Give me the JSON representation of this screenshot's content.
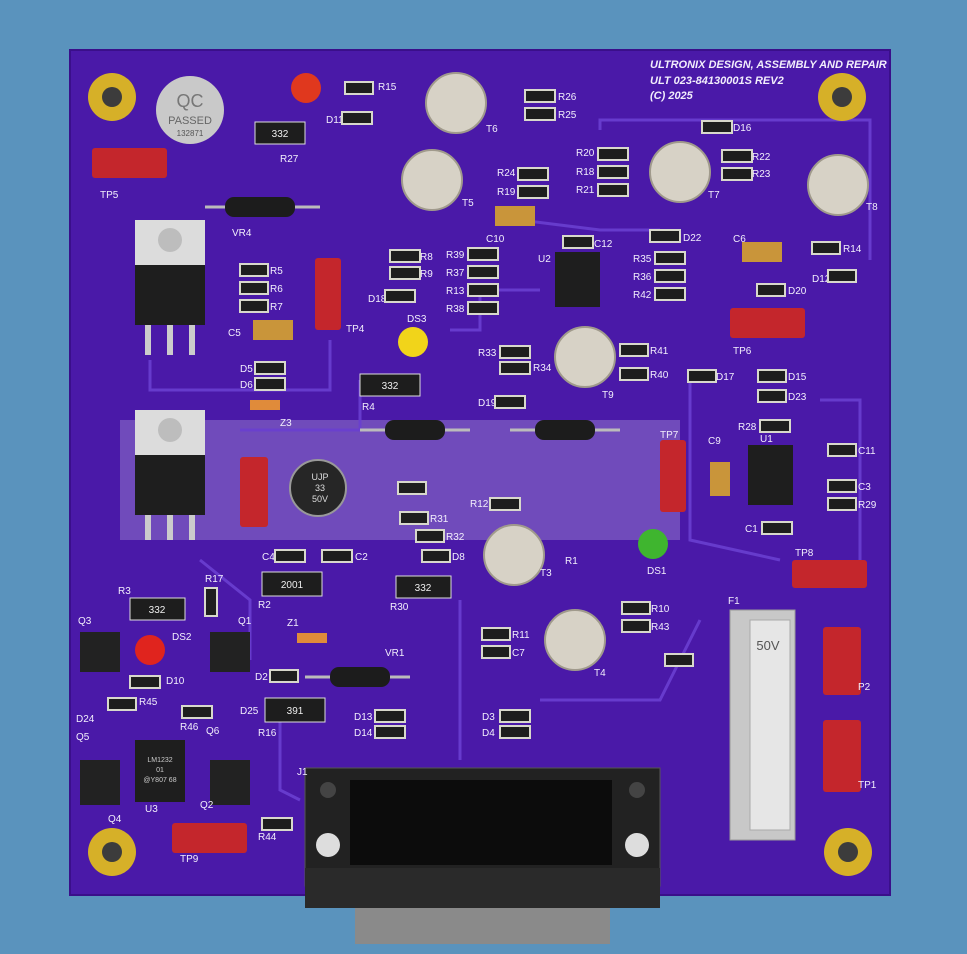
{
  "board": {
    "header_line1": "ULTRONIX DESIGN, ASSEMBLY AND REPAIR",
    "header_line2": "ULT 023-84130001S REV2",
    "header_line3": "(C) 2025"
  },
  "qc_sticker": {
    "top": "QC",
    "middle": "PASSED",
    "number": "132871"
  },
  "colors": {
    "background": "#5a93bd",
    "board": "#4a19a8",
    "silkscreen": "#f2eefc",
    "copper_pad": "#d8d8cc",
    "test_point": "#c4262c"
  },
  "labels": {
    "TP5": "TP5",
    "TP4": "TP4",
    "TP6": "TP6",
    "TP7": "TP7",
    "TP8": "TP8",
    "TP9": "TP9",
    "TP1": "TP1",
    "TP2": "P2",
    "T5": "T5",
    "T6": "T6",
    "T7": "T7",
    "T8": "T8",
    "T9": "T9",
    "T3": "T3",
    "T4": "T4",
    "U1": "U1",
    "U2": "U2",
    "U3": "U3",
    "Q1": "Q1",
    "Q2": "Q2",
    "Q3": "Q3",
    "Q4": "Q4",
    "Q5": "Q5",
    "Q6": "Q6",
    "DS1": "DS1",
    "DS2": "DS2",
    "DS3": "DS3",
    "VR1": "VR1",
    "VR4": "VR4",
    "F1": "F1",
    "J1": "J1",
    "Z1": "Z1",
    "Z3": "Z3",
    "R1": "R1",
    "R2": "R2",
    "R3": "R3",
    "R4": "R4",
    "R5": "R5",
    "R6": "R6",
    "R7": "R7",
    "R8": "R8",
    "R9": "R9",
    "R10": "R10",
    "R11": "R11",
    "R12": "R12",
    "R13": "R13",
    "R14": "R14",
    "R15": "R15",
    "R16": "R16",
    "R17": "R17",
    "R18": "R18",
    "R19": "R19",
    "R20": "R20",
    "R21": "R21",
    "R22": "R22",
    "R23": "R23",
    "R24": "R24",
    "R25": "R25",
    "R26": "R26",
    "R27": "R27",
    "R28": "R28",
    "R29": "R29",
    "R30": "R30",
    "R31": "R31",
    "R32": "R32",
    "R33": "R33",
    "R34": "R34",
    "R35": "R35",
    "R36": "R36",
    "R37": "R37",
    "R38": "R38",
    "R39": "R39",
    "R40": "R40",
    "R41": "R41",
    "R42": "R42",
    "R43": "R43",
    "R44": "R44",
    "R45": "R45",
    "R46": "R46",
    "C1": "C1",
    "C2": "C2",
    "C3": "C3",
    "C4": "C4",
    "C5": "C5",
    "C6": "C6",
    "C7": "C7",
    "C9": "C9",
    "C10": "C10",
    "C11": "C11",
    "C12": "C12",
    "D2": "D2",
    "D3": "D3",
    "D4": "D4",
    "D5": "D5",
    "D6": "D6",
    "D8": "D8",
    "D10": "D10",
    "D11": "D11",
    "D12": "D12",
    "D13": "D13",
    "D14": "D14",
    "D15": "D15",
    "D16": "D16",
    "D17": "D17",
    "D18": "D18",
    "D19": "D19",
    "D20": "D20",
    "D22": "D22",
    "D23": "D23",
    "D24": "D24",
    "D25": "D25"
  },
  "markings": {
    "res_332": "332",
    "res_2001": "2001",
    "res_391": "391",
    "cap_line1": "UJP",
    "cap_line2": "33",
    "cap_line3": "50V",
    "fuse_rating": "50V",
    "u3_line1": "LM1232",
    "u3_line2": "01",
    "u3_line3": "@Y807 68"
  }
}
